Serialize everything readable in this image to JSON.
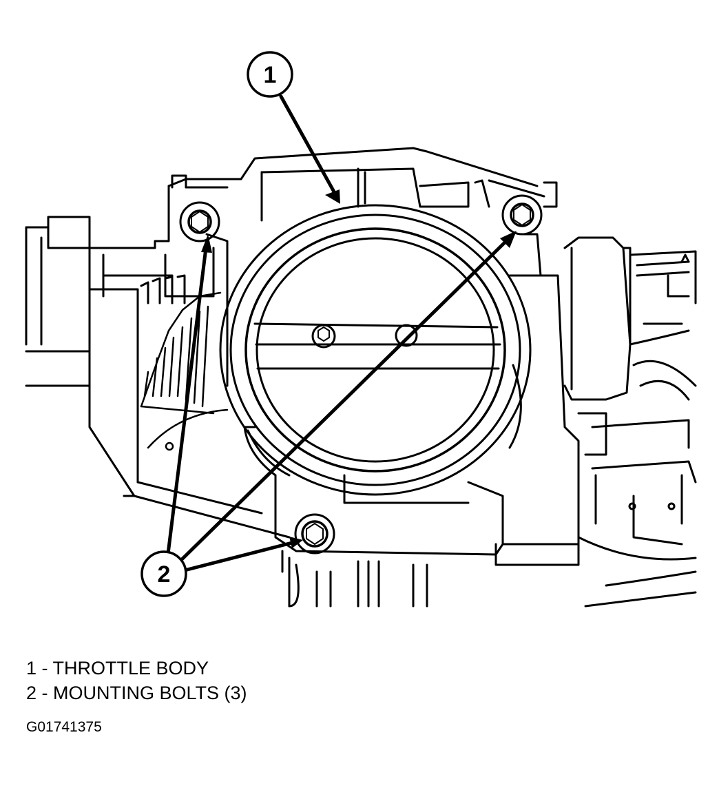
{
  "callouts": {
    "one": "1",
    "two": "2"
  },
  "legend": {
    "items": [
      {
        "text": "1 - THROTTLE BODY"
      },
      {
        "text": "2 - MOUNTING BOLTS (3)"
      }
    ]
  },
  "figure_id": "G01741375",
  "colors": {
    "line": "#000000",
    "background": "#ffffff"
  }
}
